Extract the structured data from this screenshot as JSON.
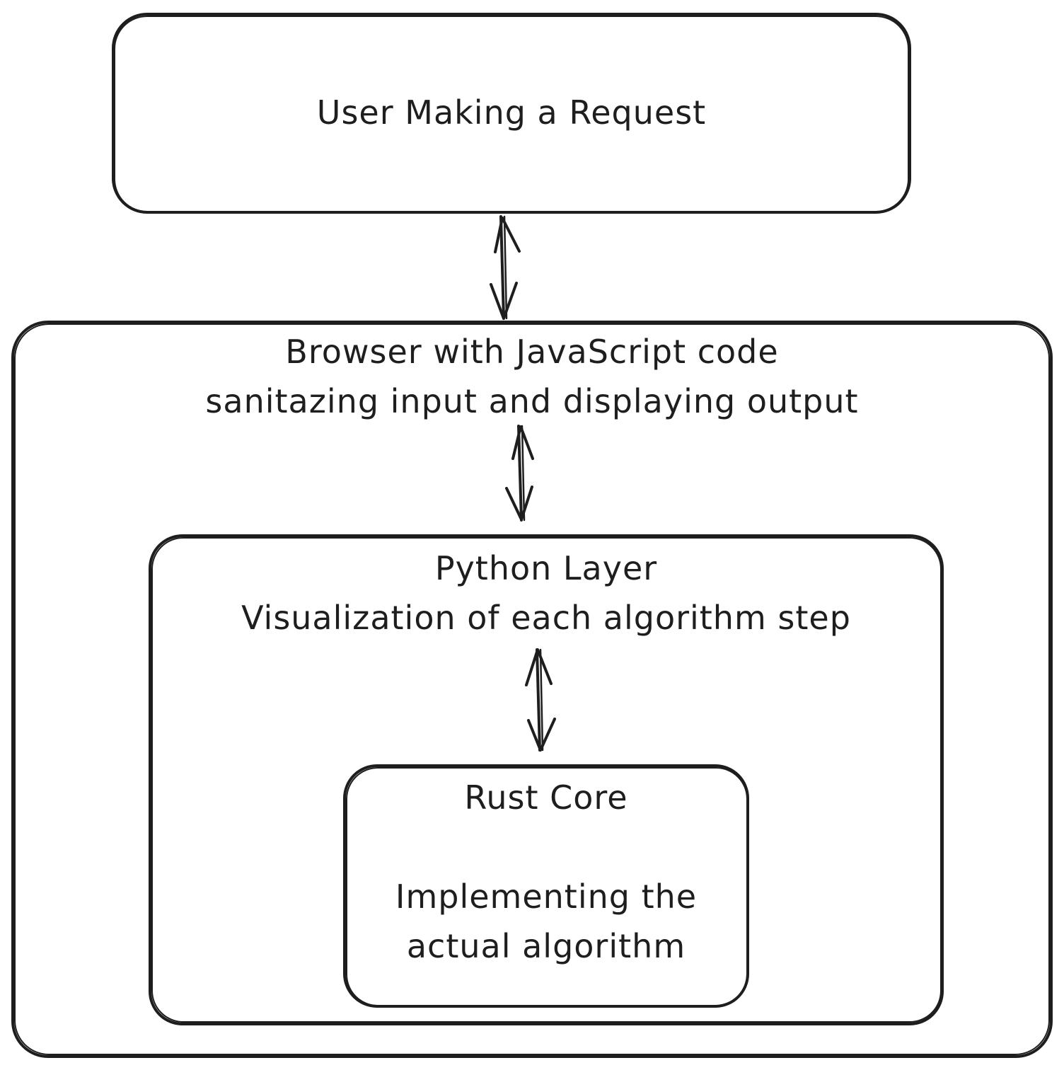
{
  "diagram": {
    "nodes": [
      {
        "id": "user",
        "lines": [
          "User Making a Request"
        ]
      },
      {
        "id": "browser",
        "lines": [
          "Browser with JavaScript code",
          "sanitazing input and displaying output"
        ]
      },
      {
        "id": "python",
        "lines": [
          "Python Layer",
          "Visualization of each algorithm step"
        ]
      },
      {
        "id": "rust",
        "title": "Rust Core",
        "lines": [
          "Implementing the",
          "actual algorithm"
        ]
      }
    ],
    "edges": [
      {
        "from": "user",
        "to": "browser",
        "type": "bidirectional"
      },
      {
        "from": "browser",
        "to": "python",
        "type": "bidirectional"
      },
      {
        "from": "python",
        "to": "rust",
        "type": "bidirectional"
      }
    ],
    "stroke_color": "#1e1e1e",
    "background": "#ffffff"
  }
}
